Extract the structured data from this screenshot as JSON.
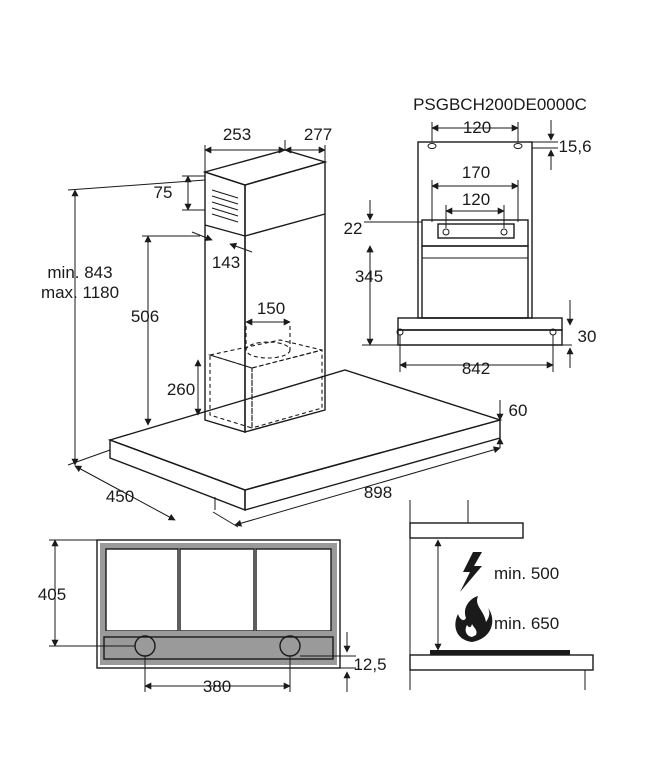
{
  "model_code": "PSGBCH200DE0000C",
  "main_view": {
    "chimney_depth": "253",
    "chimney_width": "277",
    "offset_75": "75",
    "offset_143": "143",
    "height_min": "min. 843",
    "height_max": "max. 1180",
    "chimney_height": "506",
    "duct_diameter": "150",
    "motor_height": "260",
    "canopy_thickness": "60",
    "depth": "450",
    "width": "898"
  },
  "bracket_view": {
    "top_spacing": "120",
    "top_offset": "15,6",
    "bracket_width": "170",
    "bracket_inner": "120",
    "bracket_height": "22",
    "bracket_to_hood": "345",
    "hood_offset": "30",
    "mount_width": "842"
  },
  "bottom_view": {
    "depth": "405",
    "light_spacing": "380",
    "edge_offset": "12,5"
  },
  "clearance_view": {
    "electric": "min. 500",
    "gas": "min. 650",
    "electric_icon": "lightning-icon",
    "gas_icon": "flame-icon"
  },
  "colors": {
    "line": "#1a1a1a",
    "gray_fill": "#9a9a9a"
  }
}
